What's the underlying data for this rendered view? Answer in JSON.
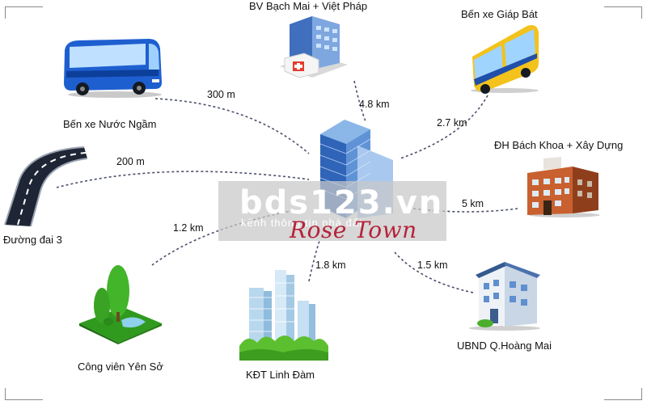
{
  "center": {
    "brand": "Rose Town",
    "watermark": "bds123.vn",
    "watermark_sub": "kênh thông tin nhà đất"
  },
  "places": {
    "ben_xe_nuoc_ngam": "Bến xe Nước Ngầm",
    "bv_bach_mai": "BV Bạch Mai + Việt Pháp",
    "ben_xe_giap_bat": "Bến xe Giáp Bát",
    "duong_dai_3": "Đường đai 3",
    "dh_bach_khoa": "ĐH Bách Khoa + Xây Dựng",
    "cong_vien_yen_so": "Công viên Yên Sở",
    "kdt_linh_dam": "KĐT Linh Đàm",
    "ubnd_hoang_mai": "UBND Q.Hoàng Mai"
  },
  "distances": {
    "ben_xe_nuoc_ngam": "300 m",
    "bv_bach_mai": "4.8 km",
    "ben_xe_giap_bat": "2.7 km",
    "duong_dai_3": "200 m",
    "dh_bach_khoa": "5 km",
    "cong_vien_yen_so": "1.2 km",
    "kdt_linh_dam": "1.8 km",
    "ubnd_hoang_mai": "1.5 km"
  },
  "colors": {
    "brand": "#b5233a",
    "line": "#4a4f6b",
    "bus_blue": "#1e5fd0",
    "bus_yellow": "#f3c21c",
    "road": "#1e2635",
    "tree": "#2f9a1e"
  },
  "icons": [
    "blue-bus-icon",
    "hospital-icon",
    "yellow-bus-icon",
    "road-icon",
    "tower-icon",
    "university-building-icon",
    "park-tree-icon",
    "skyscrapers-icon",
    "office-building-icon"
  ]
}
